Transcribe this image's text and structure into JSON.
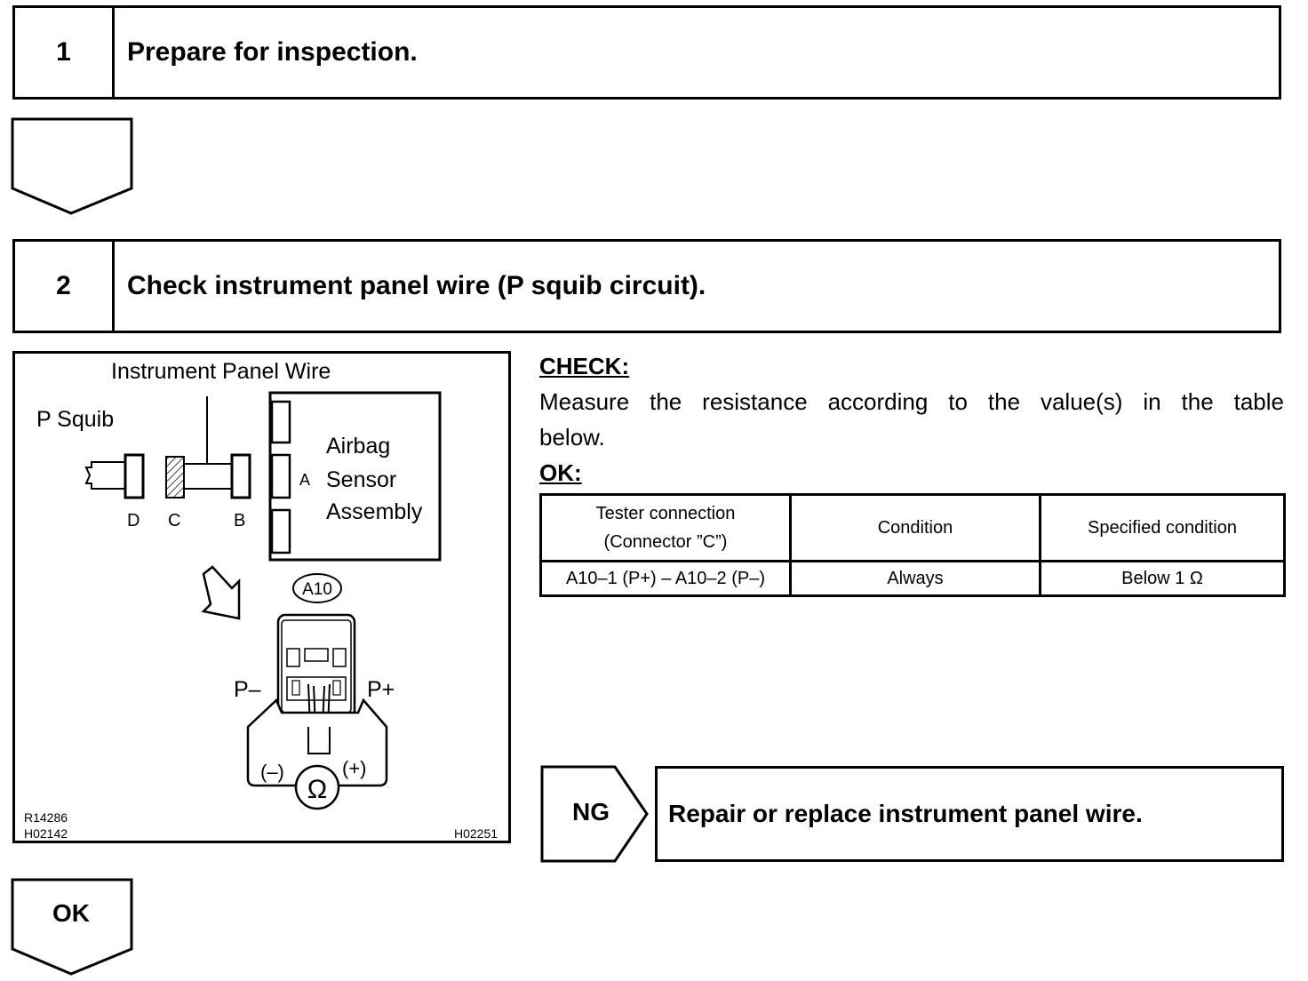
{
  "steps": [
    {
      "number": "1",
      "title": "Prepare for inspection."
    },
    {
      "number": "2",
      "title": "Check instrument panel wire (P squib circuit)."
    }
  ],
  "figure": {
    "wire_label": "Instrument Panel Wire",
    "squib_label": "P Squib",
    "connector_d": "D",
    "connector_c": "C",
    "connector_b": "B",
    "connector_a": "A",
    "sensor_line1": "Airbag",
    "sensor_line2": "Sensor",
    "sensor_line3": "Assembly",
    "connector_code": "A10",
    "p_minus": "P–",
    "p_plus": "P+",
    "meter_minus": "(–)",
    "meter_plus": "(+)",
    "ohm_symbol": "Ω",
    "ref_codes_left_1": "R14286",
    "ref_codes_left_2": "H02142",
    "ref_code_right": "H02251"
  },
  "check": {
    "heading": "CHECK:",
    "text_line1": "Measure the resistance according to the value(s) in the table",
    "text_line2": "below.",
    "ok_heading": "OK:"
  },
  "table": {
    "headers": [
      "Tester connection",
      "(Connector ”C”)",
      "Condition",
      "Specified condition"
    ],
    "row": [
      "A10–1 (P+) – A10–2 (P–)",
      "Always",
      "Below 1 Ω"
    ]
  },
  "result": {
    "ng_label": "NG",
    "ng_action": "Repair or replace instrument panel wire.",
    "ok_label": "OK"
  }
}
